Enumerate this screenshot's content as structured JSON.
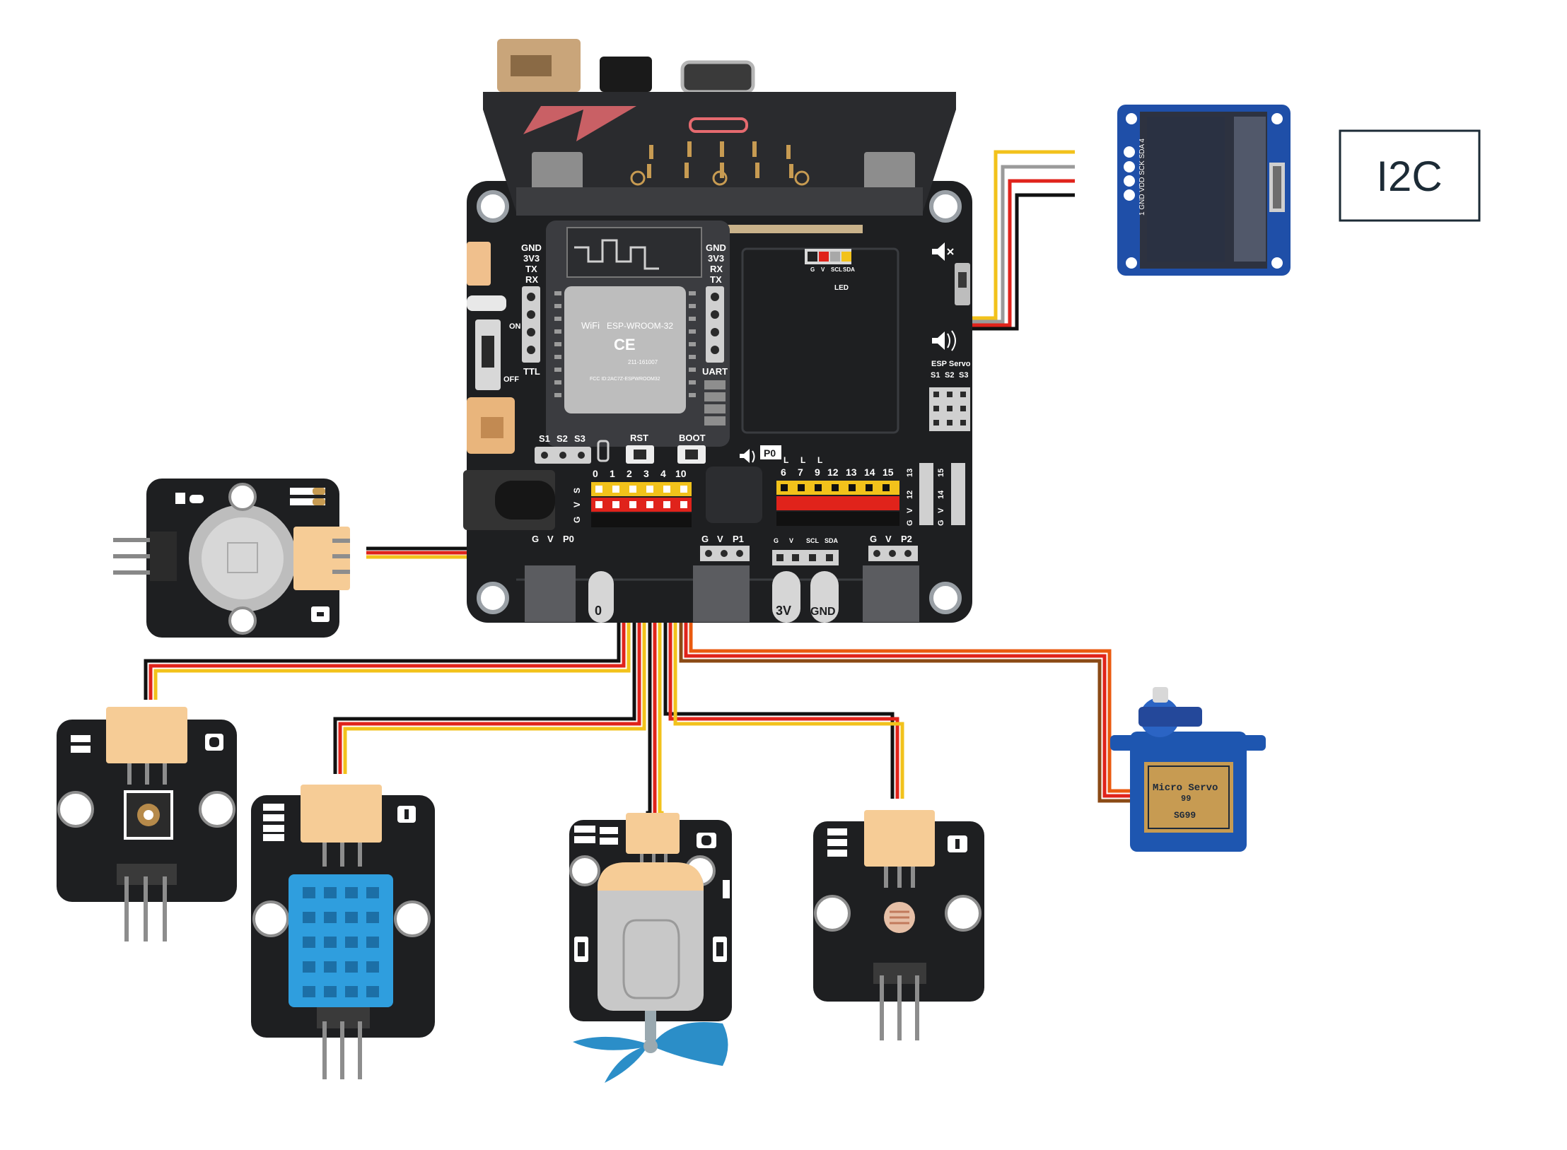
{
  "label_box": {
    "text": "I2C"
  },
  "board": {
    "module": {
      "brand": "WiFi",
      "model": "ESP-WROOM-32",
      "cert": "CE",
      "fcc": "FCC ID:2AC7Z-ESPWROOM32",
      "ic": "211-161007"
    },
    "header_left": {
      "pins": [
        "GND",
        "3V3",
        "TX",
        "RX"
      ],
      "label": "TTL"
    },
    "header_right": {
      "pins": [
        "GND",
        "3V3",
        "RX",
        "TX"
      ],
      "label": "UART"
    },
    "switch": {
      "on": "ON",
      "off": "OFF"
    },
    "buttons": {
      "servo": [
        "S1",
        "S2",
        "S3"
      ],
      "rst": "RST",
      "boot": "BOOT"
    },
    "i2c_header": [
      "G",
      "V",
      "SCL",
      "SDA"
    ],
    "led_label": "LED",
    "servo_header": {
      "title": "ESP Servo",
      "pins": [
        "S1",
        "S2",
        "S3"
      ]
    },
    "io_numbers": [
      "0",
      "1",
      "2",
      "3",
      "4",
      "10"
    ],
    "gvs": [
      "G",
      "V",
      "S"
    ],
    "speaker_label": "P0",
    "io_right": [
      "6",
      "7",
      "9",
      "12",
      "13",
      "14",
      "15"
    ],
    "io_right_l": [
      "L",
      "L",
      "L"
    ],
    "col_13": [
      "13",
      "V",
      "G"
    ],
    "col_12": [
      "12",
      "V",
      "G"
    ],
    "col_14": [
      "14",
      "V",
      "G"
    ],
    "col_15": [
      "15",
      "V",
      "G"
    ],
    "bottom_headers": [
      {
        "pins": [
          "G",
          "V",
          "P0"
        ]
      },
      {
        "pins": [
          "G",
          "V",
          "P1"
        ]
      },
      {
        "pins": [
          "G",
          "V",
          "SCL",
          "SDA"
        ]
      },
      {
        "pins": [
          "G",
          "V",
          "P2"
        ]
      }
    ],
    "edge_pads": [
      "0",
      "3V",
      "GND"
    ]
  },
  "oled": {
    "pins": "1  GND VDD SCK SDA  4"
  },
  "servo": {
    "line1": "Micro Servo",
    "line2": "99",
    "line3": "SG99"
  },
  "colors": {
    "black_wire": "#111111",
    "red_wire": "#e0231b",
    "yellow_wire": "#f2c21b",
    "orange_wire": "#ea5a0f",
    "board": "#1e1f21",
    "connector": "#f6cc96",
    "oled_blue": "#1f4fa8",
    "dht_blue": "#2f9ede",
    "servo_blue": "#1e56b0"
  }
}
